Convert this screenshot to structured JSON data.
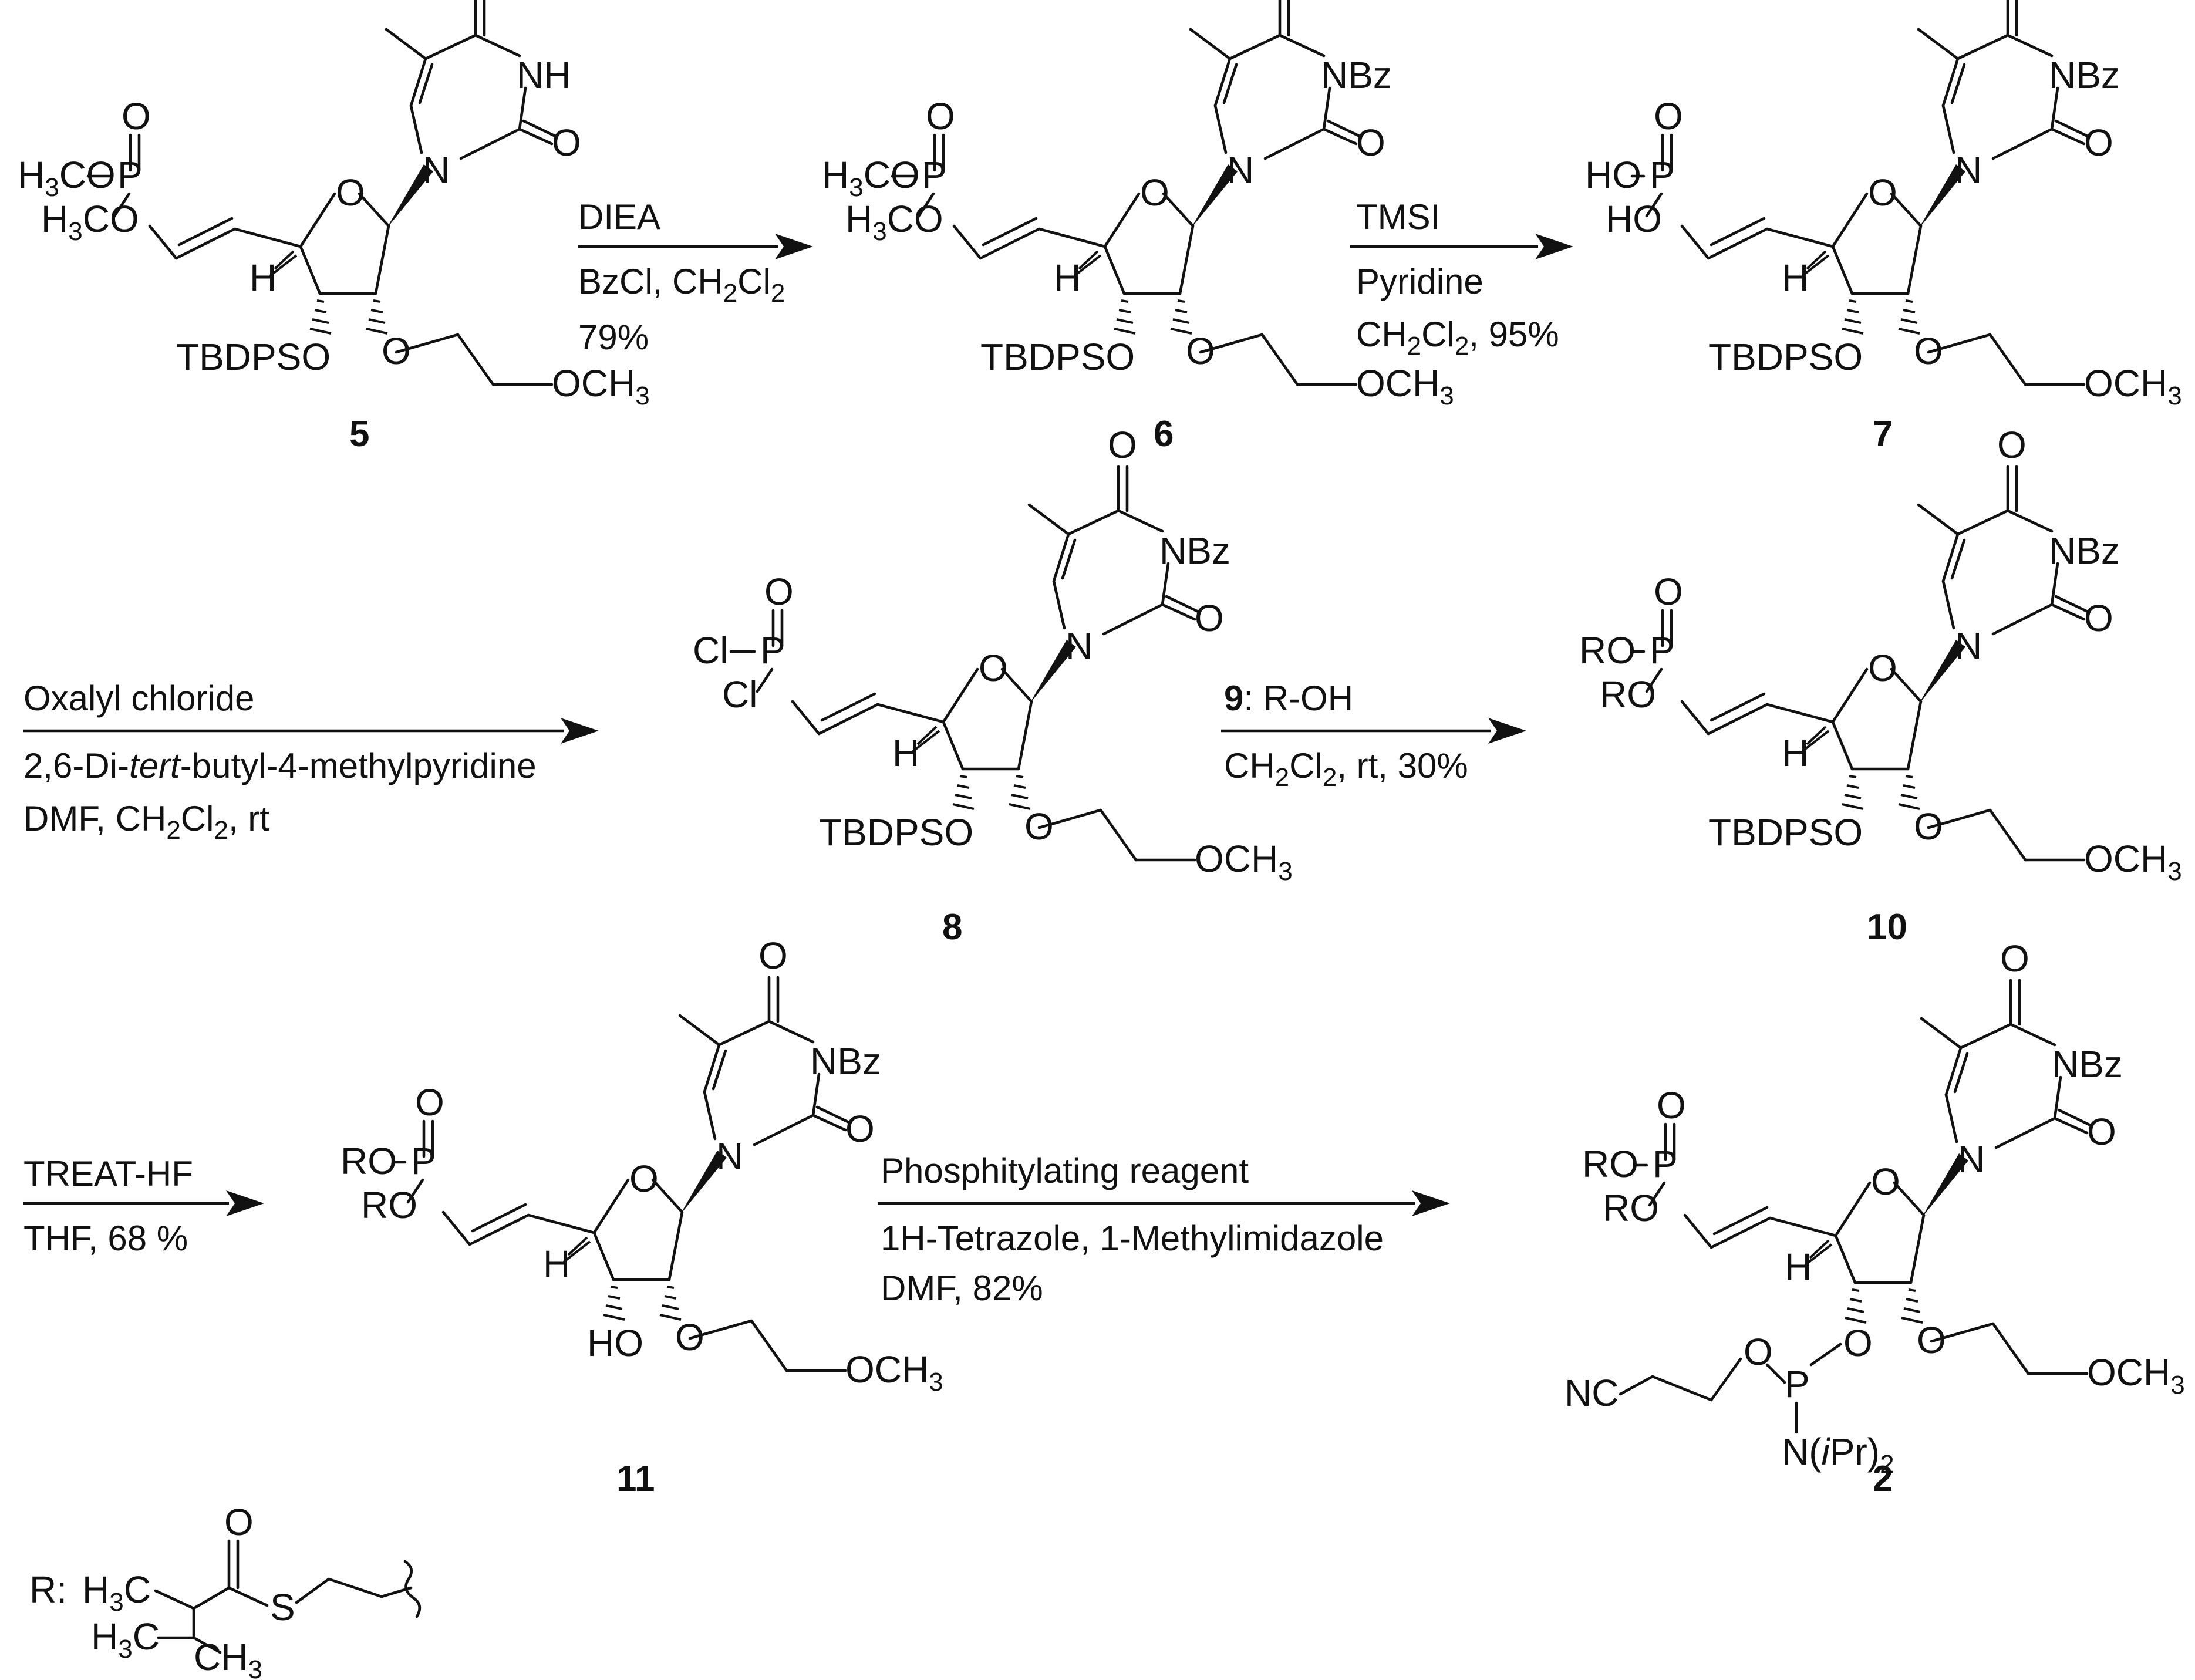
{
  "compounds": [
    {
      "id": "5",
      "label": "5",
      "phosphorus": "dimethoxy",
      "base_n": "NH",
      "sugar_3_substituent": "TBDPSO",
      "methoxy": "OCH3"
    },
    {
      "id": "6",
      "label": "6",
      "phosphorus": "dimethoxy",
      "base_n": "NBz",
      "sugar_3_substituent": "TBDPSO",
      "methoxy": "OCH3"
    },
    {
      "id": "7",
      "label": "7",
      "phosphorus": "dihydroxy",
      "base_n": "NBz",
      "sugar_3_substituent": "TBDPSO",
      "methoxy": "OCH3"
    },
    {
      "id": "8",
      "label": "8",
      "phosphorus": "dichloro",
      "base_n": "NBz",
      "sugar_3_substituent": "TBDPSO",
      "methoxy": "OCH3"
    },
    {
      "id": "10",
      "label": "10",
      "phosphorus": "diRO",
      "base_n": "NBz",
      "sugar_3_substituent": "TBDPSO",
      "methoxy": "OCH3"
    },
    {
      "id": "11",
      "label": "11",
      "phosphorus": "diRO",
      "base_n": "NBz",
      "sugar_3_substituent": "HO",
      "methoxy": "OCH3"
    },
    {
      "id": "2",
      "label": "2",
      "phosphorus": "diRO",
      "base_n": "NBz",
      "sugar_3_substituent": "phosphoramidite",
      "methoxy": "OCH3",
      "amidite_cyanoethyl": "NC",
      "amidite_amine": "N(iPr)2"
    }
  ],
  "reactions": [
    {
      "from": "5",
      "to": "6",
      "above": [
        "DIEA"
      ],
      "below": [
        "BzCl, CH2Cl2",
        "79%"
      ]
    },
    {
      "from": "6",
      "to": "7",
      "above": [
        "TMSI"
      ],
      "below": [
        "Pyridine",
        "CH2Cl2, 95%"
      ]
    },
    {
      "from": "7",
      "to": "8",
      "above": [
        "Oxalyl chloride"
      ],
      "below": [
        "2,6-Di-tert-butyl-4-methylpyridine",
        "DMF, CH2Cl2, rt"
      ]
    },
    {
      "from": "8",
      "to": "10",
      "above": [
        "9: R-OH"
      ],
      "below": [
        "CH2Cl2, rt, 30%"
      ]
    },
    {
      "from": "10",
      "to": "11",
      "above": [
        "TREAT-HF"
      ],
      "below": [
        "THF, 68 %"
      ]
    },
    {
      "from": "11",
      "to": "2",
      "above": [
        "Phosphitylating reagent"
      ],
      "below": [
        "1H-Tetrazole, 1-Methylimidazole",
        "DMF, 82%"
      ]
    }
  ],
  "r_group": {
    "label": "R:",
    "left_methyl": "H3C",
    "lower_methyl_left": "H3C",
    "lower_methyl_right": "CH3",
    "carbonyl_o": "O",
    "thio": "S"
  }
}
